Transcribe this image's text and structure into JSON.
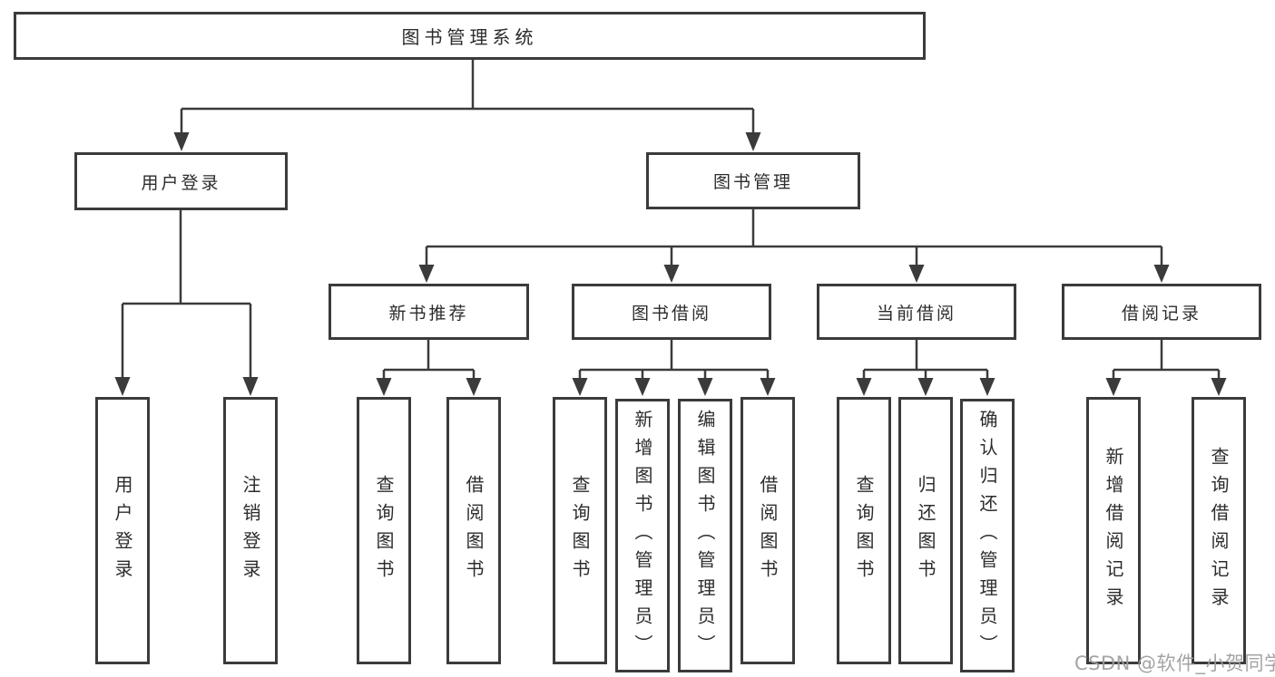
{
  "diagram": {
    "root": "图书管理系统",
    "level2": [
      "用户登录",
      "图书管理"
    ],
    "level3": [
      "新书推荐",
      "图书借阅",
      "当前借阅",
      "借阅记录"
    ],
    "leaves": {
      "user_login": [
        "用户登录",
        "注销登录"
      ],
      "new_book_recommend": [
        "查询图书",
        "借阅图书"
      ],
      "book_borrowing": [
        "查询图书",
        "新增图书（管理员）",
        "编辑图书（管理员）",
        "借阅图书"
      ],
      "current_borrowing": [
        "查询图书",
        "归还图书",
        "确认归还（管理员）"
      ],
      "borrowing_records": [
        "新增借阅记录",
        "查询借阅记录"
      ]
    }
  },
  "watermark": "CSDN @软件_小贺同学",
  "colors": {
    "line": "#3b3b3b",
    "text": "#2c2c2c",
    "background": "#ffffff",
    "watermark": "#9c9c9e"
  }
}
